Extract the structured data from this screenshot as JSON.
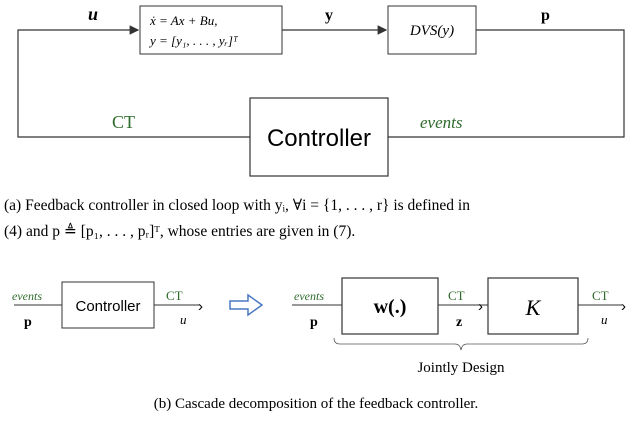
{
  "colors": {
    "line": "#333333",
    "green": "#2e6b2a",
    "arrow_blue": "#4a78c2"
  },
  "top": {
    "input_label": "u",
    "plant_eq1": "ẋ  = Ax + Bu,",
    "plant_eq2": "y  = [y₁, . . . , yᵣ]ᵀ",
    "y_label": "y",
    "dvs_label": "DVS(y)",
    "p_label": "p",
    "ct_label": "CT",
    "controller_label": "Controller",
    "events_label": "events",
    "caption_line1": "(a)  Feedback controller in closed loop with yᵢ, ∀i = {1, . . . , r} is defined in",
    "caption_line2": "(4) and p ≜ [p₁, . . . , pᵣ]ᵀ, whose entries are given in (7)."
  },
  "bottom": {
    "left": {
      "events_label": "events",
      "p_label": "p",
      "controller_label": "Controller",
      "ct_label": "CT",
      "u_label": "u"
    },
    "right": {
      "events_label": "events",
      "p_label": "p",
      "w_label": "w(.)",
      "ct1_label": "CT",
      "z_label": "z",
      "k_label": "K",
      "ct2_label": "CT",
      "u_label": "u",
      "brace_label": "Jointly Design"
    },
    "caption": "(b)  Cascade decomposition of the feedback controller."
  }
}
